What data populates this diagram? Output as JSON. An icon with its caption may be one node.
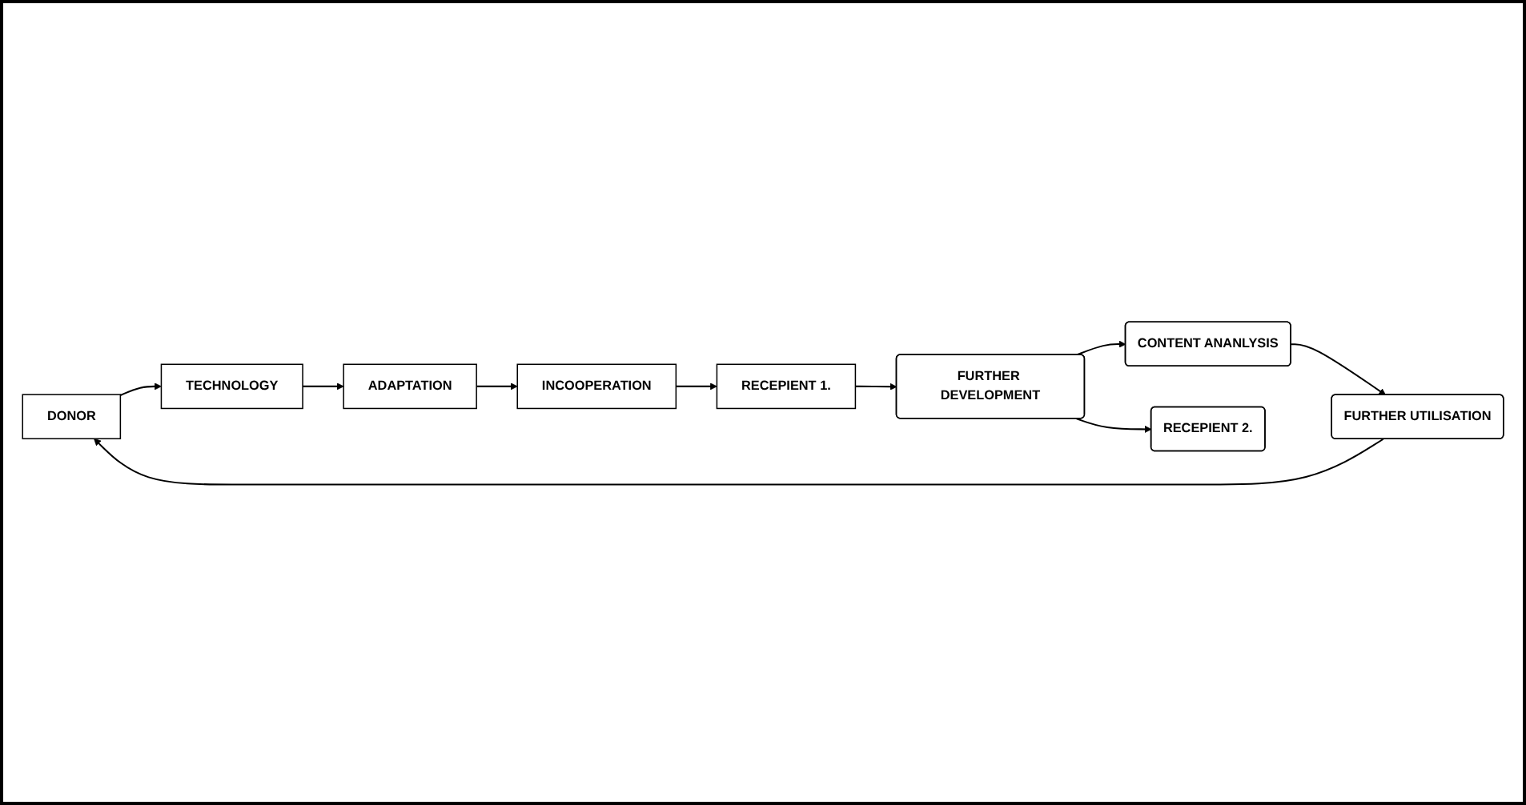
{
  "diagram": {
    "nodes": [
      {
        "text": [
          "DONOR"
        ]
      },
      {
        "text": [
          "TECHNOLOGY"
        ]
      },
      {
        "text": [
          "ADAPTATION"
        ]
      },
      {
        "text": [
          "INCOOPERATION"
        ]
      },
      {
        "text": [
          "RECEPIENT 1."
        ]
      },
      {
        "text": [
          "FURTHER DEVELOPMENT"
        ]
      },
      {
        "text": [
          "CONTENT ANANLYSIS"
        ]
      },
      {
        "text": [
          "FURTHER UTILISATION"
        ]
      },
      {
        "text": [
          "RECEPIENT 2."
        ]
      }
    ],
    "edges": [
      {
        "from": 0,
        "to": 1,
        "arrow": "to"
      },
      {
        "from": 1,
        "to": 2,
        "arrow": "to"
      },
      {
        "from": 2,
        "to": 3,
        "arrow": "to"
      },
      {
        "from": 3,
        "to": 4,
        "arrow": "to"
      },
      {
        "from": 4,
        "to": 5,
        "arrow": "to"
      },
      {
        "from": 5,
        "to": 6,
        "arrow": "to"
      },
      {
        "from": 6,
        "to": 7,
        "arrow": "to"
      },
      {
        "from": 7,
        "to": 0,
        "arrow": "to"
      },
      {
        "from": 5,
        "to": 8,
        "arrow": "to"
      }
    ]
  }
}
